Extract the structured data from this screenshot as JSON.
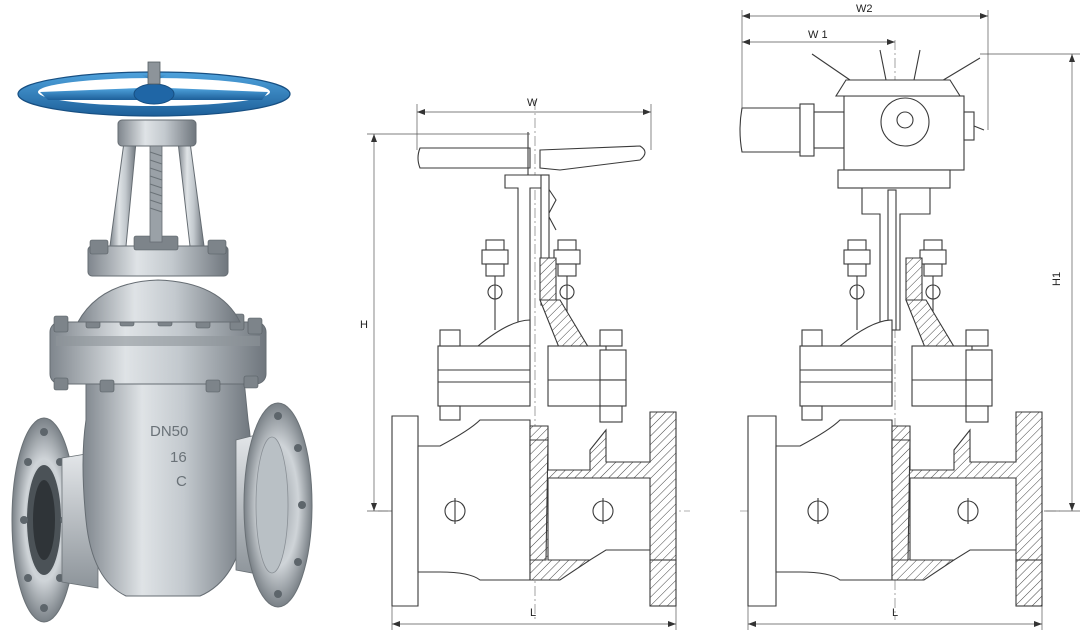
{
  "photo": {
    "casting_marks": [
      "DN50",
      "16",
      "C"
    ],
    "colors": {
      "handwheel": "#2a7fc0",
      "body": "#c9ced2",
      "shadow": "#8a9096"
    }
  },
  "manual_valve_drawing": {
    "dimensions": {
      "width": "W",
      "height": "H",
      "length": "L"
    }
  },
  "electric_valve_drawing": {
    "dimensions": {
      "width_2": "W2",
      "width_1": "W 1",
      "height_1": "H1",
      "length": "L"
    }
  }
}
